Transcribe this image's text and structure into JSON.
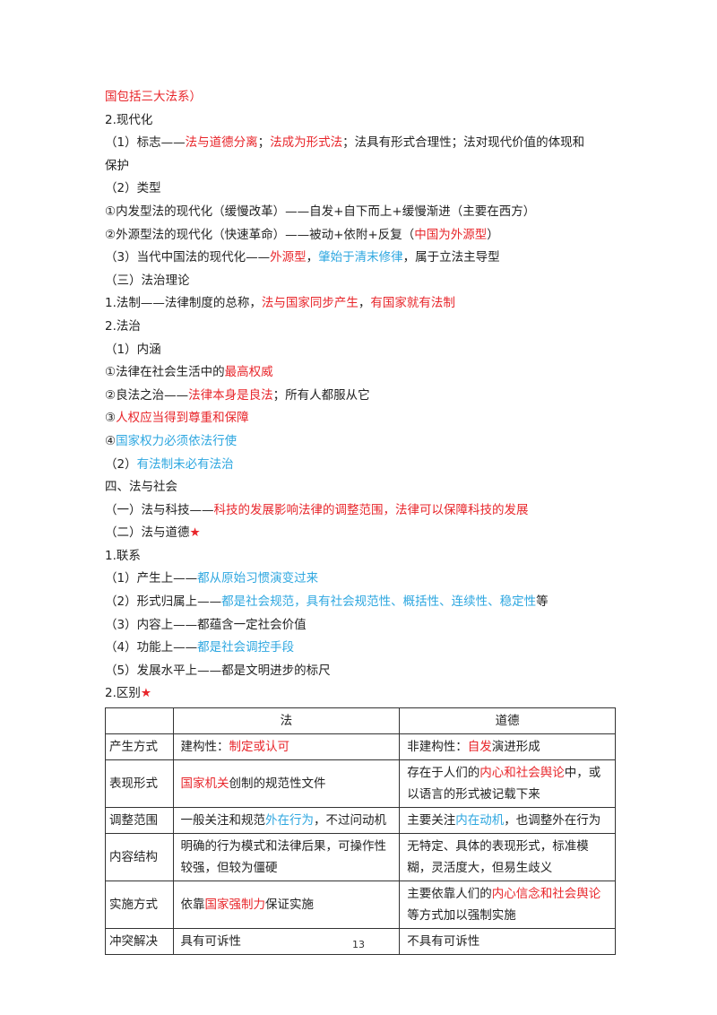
{
  "lines": [
    [
      {
        "t": "国包括三大法系）",
        "c": "r"
      }
    ],
    [
      {
        "t": "2.现代化",
        "c": "k"
      }
    ],
    [
      {
        "t": "（1）标志——",
        "c": "k"
      },
      {
        "t": "法与道德分离",
        "c": "r"
      },
      {
        "t": "；",
        "c": "k"
      },
      {
        "t": "法成为形式法",
        "c": "r"
      },
      {
        "t": "；法具有形式合理性；法对现代价值的体现和",
        "c": "k"
      }
    ],
    [
      {
        "t": "保护",
        "c": "k"
      }
    ],
    [
      {
        "t": "（2）类型",
        "c": "k"
      }
    ],
    [
      {
        "t": "①内发型法的现代化（缓慢改革）——自发+自下而上+缓慢渐进（主要在西方）",
        "c": "k"
      }
    ],
    [
      {
        "t": "②外源型法的现代化（快速革命）——被动+依附+反复（",
        "c": "k"
      },
      {
        "t": "中国为外源型",
        "c": "r"
      },
      {
        "t": "）",
        "c": "k"
      }
    ],
    [
      {
        "t": "（3）当代中国法的现代化——",
        "c": "k"
      },
      {
        "t": "外源型",
        "c": "r"
      },
      {
        "t": "，",
        "c": "k"
      },
      {
        "t": "肇始于清末修律",
        "c": "b"
      },
      {
        "t": "，属于立法主导型",
        "c": "k"
      }
    ],
    [
      {
        "t": "（三）法治理论",
        "c": "k"
      }
    ],
    [
      {
        "t": "1.法制——法律制度的总称，",
        "c": "k"
      },
      {
        "t": "法与国家同步产生",
        "c": "r"
      },
      {
        "t": "，",
        "c": "k"
      },
      {
        "t": "有国家就有法制",
        "c": "r"
      }
    ],
    [
      {
        "t": "2.法治",
        "c": "k"
      }
    ],
    [
      {
        "t": "（1）内涵",
        "c": "k"
      }
    ],
    [
      {
        "t": "①法律在社会生活中的",
        "c": "k"
      },
      {
        "t": "最高权威",
        "c": "r"
      }
    ],
    [
      {
        "t": "②良法之治——",
        "c": "k"
      },
      {
        "t": "法律本身是良法",
        "c": "r"
      },
      {
        "t": "；所有人都服从它",
        "c": "k"
      }
    ],
    [
      {
        "t": "③",
        "c": "k"
      },
      {
        "t": "人权应当得到尊重和保障",
        "c": "r"
      }
    ],
    [
      {
        "t": "④",
        "c": "k"
      },
      {
        "t": "国家权力必须依法行使",
        "c": "b"
      }
    ],
    [
      {
        "t": "（2）",
        "c": "k"
      },
      {
        "t": "有法制未必有法治",
        "c": "b"
      }
    ],
    [
      {
        "t": "四、法与社会",
        "c": "k"
      }
    ],
    [
      {
        "t": "（一）法与科技——",
        "c": "k"
      },
      {
        "t": "科技的发展影响法律的调整范围，法律可以保障科技的发展",
        "c": "r"
      }
    ],
    [
      {
        "t": "（二）法与道德",
        "c": "k"
      },
      {
        "t": "★",
        "c": "r"
      }
    ],
    [
      {
        "t": "1.联系",
        "c": "k"
      }
    ],
    [
      {
        "t": "（1）产生上——",
        "c": "k"
      },
      {
        "t": "都从原始习惯演变过来",
        "c": "b"
      }
    ],
    [
      {
        "t": "（2）形式归属上——",
        "c": "k"
      },
      {
        "t": "都是社会规范，具有社会规范性、概括性、连续性、稳定性",
        "c": "b"
      },
      {
        "t": "等",
        "c": "k"
      }
    ],
    [
      {
        "t": "（3）内容上——都蕴含一定社会价值",
        "c": "k"
      }
    ],
    [
      {
        "t": "（4）功能上——",
        "c": "k"
      },
      {
        "t": "都是社会调控手段",
        "c": "b"
      }
    ],
    [
      {
        "t": "（5）发展水平上——都是文明进步的标尺",
        "c": "k"
      }
    ],
    [
      {
        "t": "2.区别",
        "c": "k"
      },
      {
        "t": "★",
        "c": "r"
      }
    ]
  ],
  "table": {
    "headers": [
      "",
      "法",
      "道德"
    ],
    "rows": [
      {
        "label": "产生方式",
        "law": [
          {
            "t": "建构性：",
            "c": "k"
          },
          {
            "t": "制定或认可",
            "c": "r"
          }
        ],
        "moral": [
          {
            "t": "非建构性：",
            "c": "k"
          },
          {
            "t": "自发",
            "c": "r"
          },
          {
            "t": "演进形成",
            "c": "k"
          }
        ]
      },
      {
        "label": "表现形式",
        "law": [
          {
            "t": "国家机关",
            "c": "r"
          },
          {
            "t": "创制的规范性文件",
            "c": "k"
          }
        ],
        "moral": [
          {
            "t": "存在于人们的",
            "c": "k"
          },
          {
            "t": "内心和社会舆论",
            "c": "r"
          },
          {
            "t": "中，或以语言的形式被记载下来",
            "c": "k"
          }
        ]
      },
      {
        "label": "调整范围",
        "law": [
          {
            "t": "一般关注和规范",
            "c": "k"
          },
          {
            "t": "外在行为",
            "c": "b"
          },
          {
            "t": "，不过问动机",
            "c": "k"
          }
        ],
        "moral": [
          {
            "t": "主要关注",
            "c": "k"
          },
          {
            "t": "内在动机",
            "c": "b"
          },
          {
            "t": "，也调整外在行为",
            "c": "k"
          }
        ]
      },
      {
        "label": "内容结构",
        "law": [
          {
            "t": "明确的行为模式和法律后果，可操作性较强，但较为僵硬",
            "c": "k"
          }
        ],
        "moral": [
          {
            "t": "无特定、具体的表现形式，标准模糊，灵活度大，但易生歧义",
            "c": "k"
          }
        ]
      },
      {
        "label": "实施方式",
        "law": [
          {
            "t": "依靠",
            "c": "k"
          },
          {
            "t": "国家强制力",
            "c": "r"
          },
          {
            "t": "保证实施",
            "c": "k"
          }
        ],
        "moral": [
          {
            "t": "主要依靠人们的",
            "c": "k"
          },
          {
            "t": "内心信念和社会舆论",
            "c": "r"
          },
          {
            "t": "等方式加以强制实施",
            "c": "k"
          }
        ]
      },
      {
        "label": "冲突解决",
        "law": [
          {
            "t": "具有可诉性",
            "c": "k"
          }
        ],
        "moral": [
          {
            "t": "不具有可诉性",
            "c": "k"
          }
        ]
      }
    ]
  },
  "page_number": "13",
  "colors": {
    "red": "#e8262b",
    "blue": "#2ea7e0",
    "text": "#222222"
  }
}
